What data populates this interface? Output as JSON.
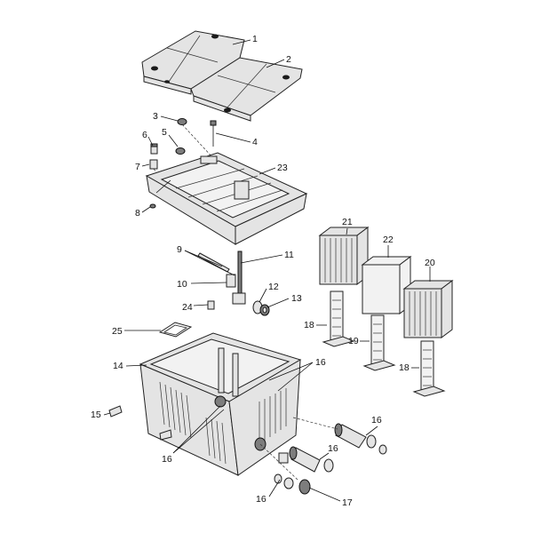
{
  "callouts": [
    "1",
    "2",
    "3",
    "4",
    "5",
    "6",
    "7",
    "8",
    "9",
    "10",
    "11",
    "12",
    "13",
    "14",
    "15",
    "16",
    "17",
    "18",
    "19",
    "20",
    "21",
    "22",
    "23",
    "24",
    "25"
  ],
  "label_text": {
    "p1": "1",
    "p2": "2",
    "p3": "3",
    "p4": "4",
    "p5": "5",
    "p6": "6",
    "p7": "7",
    "p8": "8",
    "p9": "9",
    "p10": "10",
    "p11": "11",
    "p12": "12",
    "p13": "13",
    "p14": "14",
    "p15": "15",
    "p16": "16",
    "p17": "17",
    "p18": "18",
    "p19": "19",
    "p20": "20",
    "p21": "21",
    "p22": "22",
    "p23": "23",
    "p24": "24",
    "p25": "25"
  }
}
